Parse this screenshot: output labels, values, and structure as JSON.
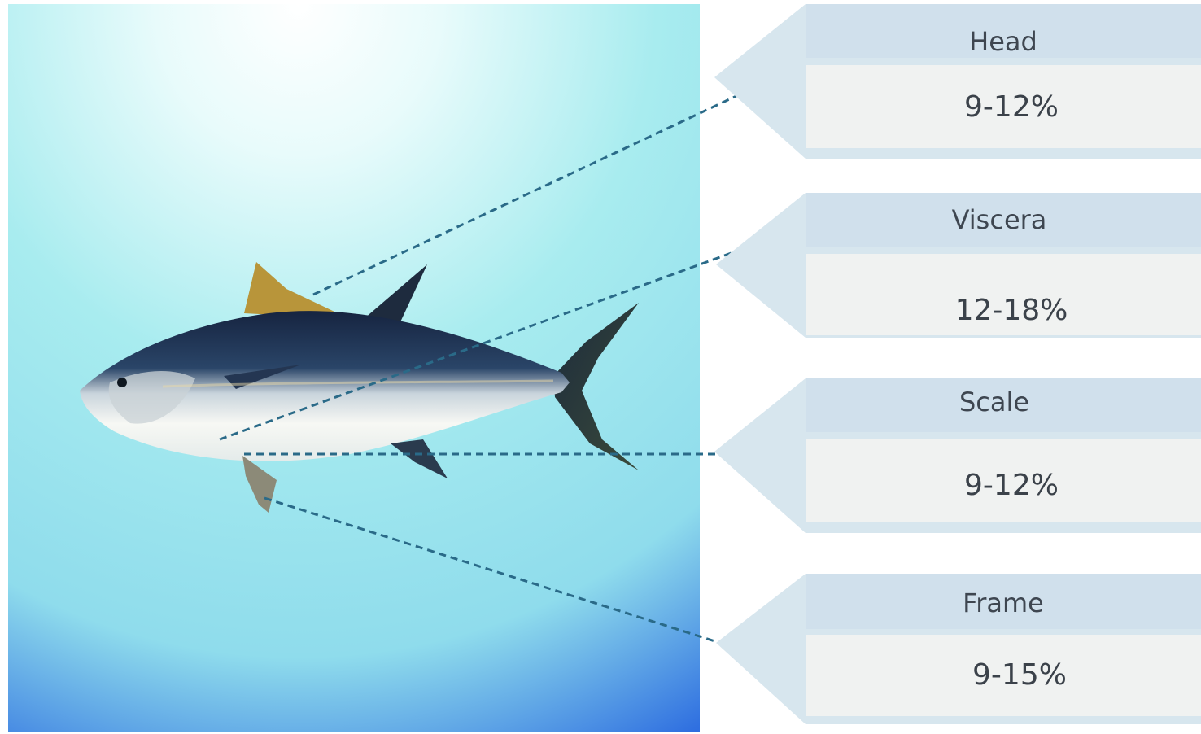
{
  "diagram": {
    "callouts": [
      {
        "label": "Head",
        "value": "9-12%"
      },
      {
        "label": "Viscera",
        "value": "12-18%"
      },
      {
        "label": "Scale",
        "value": "9-12%"
      },
      {
        "label": "Frame",
        "value": "9-15%"
      }
    ]
  },
  "colors": {
    "water_light": "#e8fbfb",
    "water_mid": "#9fe8ee",
    "water_deep": "#2f6fe0",
    "arrow_fill": "#d7e6ee",
    "label_band": "#d0e0ec",
    "value_box": "#f0f2f1",
    "leader_line": "#2a6a88",
    "tuna_back": "#1e3150",
    "tuna_belly": "#f4f6f2",
    "fin_yellow": "#b8953a"
  }
}
